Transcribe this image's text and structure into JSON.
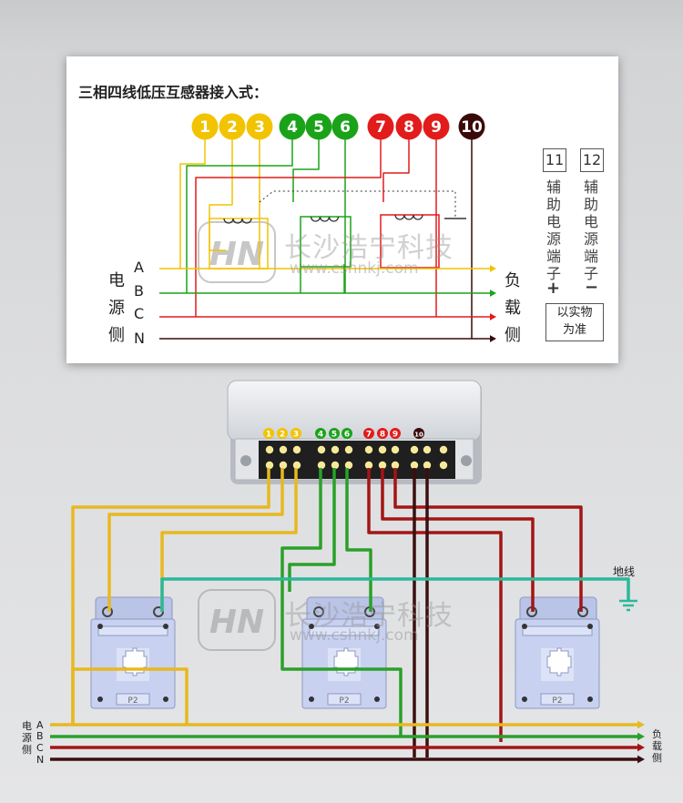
{
  "title": "三相四线低压互感器接入式：",
  "watermark": {
    "brand": "长沙浩宁科技",
    "url": "www.cshnkj.com",
    "logo": "HN"
  },
  "terminals": [
    {
      "label": "1",
      "color": "#f2c300"
    },
    {
      "label": "2",
      "color": "#f2c300"
    },
    {
      "label": "3",
      "color": "#f2c300"
    },
    {
      "label": "4",
      "color": "#1aa319"
    },
    {
      "label": "5",
      "color": "#1aa319"
    },
    {
      "label": "6",
      "color": "#1aa319"
    },
    {
      "label": "7",
      "color": "#e21b1b"
    },
    {
      "label": "8",
      "color": "#e21b1b"
    },
    {
      "label": "9",
      "color": "#e21b1b"
    },
    {
      "label": "10",
      "color": "#3a0a0a"
    }
  ],
  "aux": {
    "t11": "11",
    "t12": "12",
    "left_text": "辅助电源端子",
    "left_sign": "+",
    "right_text": "辅助电源端子",
    "right_sign": "−",
    "note_line1": "以实物",
    "note_line2": "为准"
  },
  "source_side": {
    "c1": "电",
    "c2": "源",
    "c3": "侧"
  },
  "load_side": {
    "c1": "负",
    "c2": "载",
    "c3": "侧"
  },
  "phases": [
    "A",
    "B",
    "C",
    "N"
  ],
  "ground_label": "地线",
  "ct_label": "P2",
  "colors": {
    "yellow": "#f2c300",
    "green": "#1aa319",
    "red": "#e21b1b",
    "dark": "#3a0a0a",
    "lower_yellow": "#e8b820",
    "lower_green": "#2aa02a",
    "lower_red": "#a31515",
    "lower_dark": "#3c0f0f",
    "ground": "#2bb89a"
  }
}
